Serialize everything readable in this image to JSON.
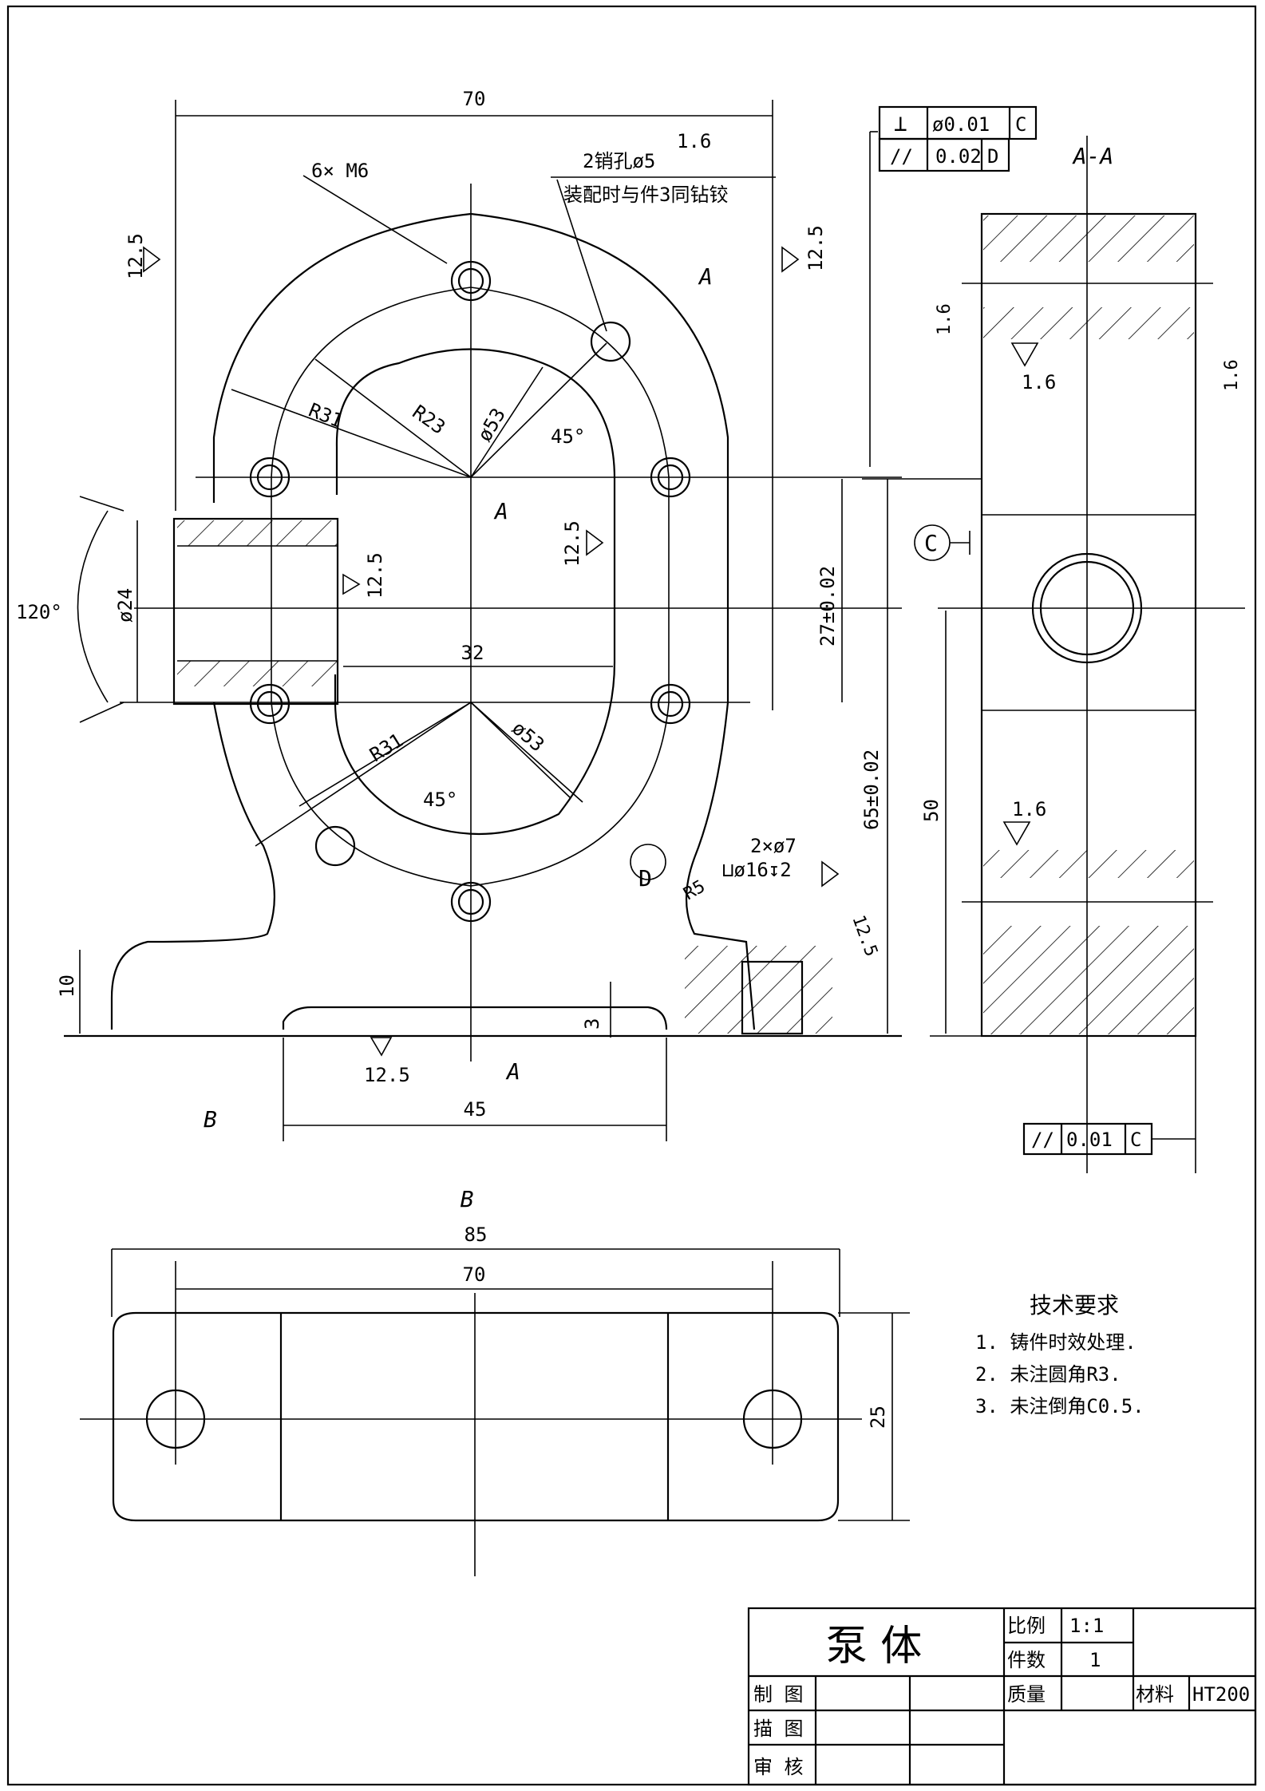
{
  "drawing": {
    "part_name": "泵  体",
    "sections": {
      "section_a": "A-A",
      "view_b": "B",
      "cut_a": "A",
      "center_a": "A",
      "arrow_b": "B"
    },
    "dims": {
      "top_width": "70",
      "bolt_holes": "6× M6",
      "pin_holes": "2销孔ø5",
      "pin_note": "装配时与件3同钻铰",
      "r31_a": "R31",
      "r23": "R23",
      "d53_a": "ø53",
      "angle_a": "45°",
      "angle_120": "120°",
      "d24": "ø24",
      "w32": "32",
      "h27": "27±0.02",
      "h65": "65±0.02",
      "r31_b": "R31",
      "d53_b": "ø53",
      "angle_b": "45°",
      "foot_h": "10",
      "gap_3": "3",
      "base_45": "45",
      "holes_2": "2×ø7",
      "cbore": "⊔ø16↧2",
      "r5": "R5",
      "h50": "50",
      "b_85": "85",
      "b_70": "70",
      "b_25": "25",
      "datum_c": "C",
      "datum_d": "D"
    },
    "roughness": {
      "r_left": "12.5",
      "r_right": "12.5",
      "r_top": "1.6",
      "r_bore": "12.5",
      "r_inner": "12.5",
      "r_base": "12.5",
      "r_foot": "12.5",
      "r_aa1": "1.6",
      "r_aa2": "1.6",
      "r_aa3": "1.6",
      "r_aa4": "1.6"
    },
    "tolerances": {
      "perp_symbol": "⊥",
      "perp_value": "ø0.01",
      "perp_datum": "C",
      "par_symbol": "//",
      "par_value": "0.02",
      "par_datum": "D",
      "par2_symbol": "//",
      "par2_value": "0.01",
      "par2_datum": "C"
    },
    "tech_requirements": {
      "title": "技术要求",
      "items": [
        "1. 铸件时效处理.",
        "2. 未注圆角R3.",
        "3. 未注倒角C0.5."
      ]
    }
  },
  "title_block": {
    "scale_label": "比例",
    "scale_value": "1:1",
    "qty_label": "件数",
    "qty_value": "1",
    "mass_label": "质量",
    "material_label": "材料",
    "material_value": "HT200",
    "drawn_label": "制 图",
    "traced_label": "描 图",
    "checked_label": "审 核"
  }
}
